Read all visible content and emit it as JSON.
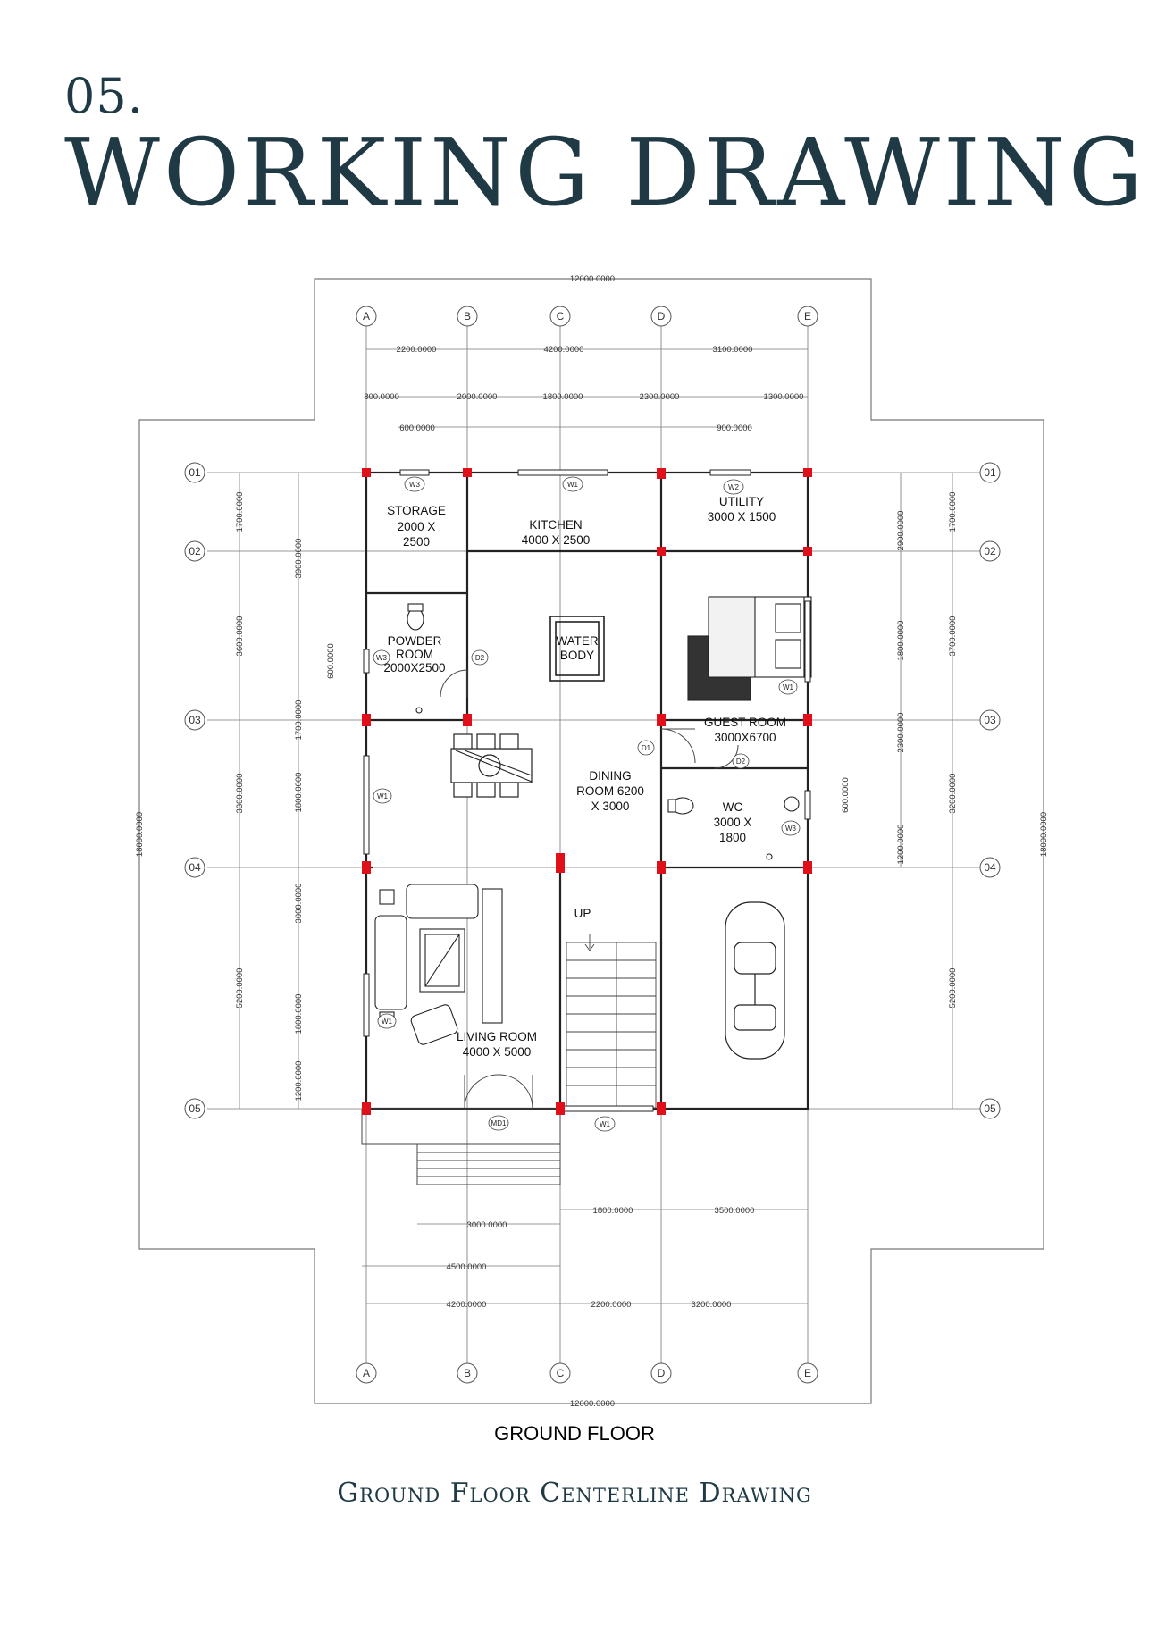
{
  "header": {
    "section_number": "05.",
    "title": "Working Drawing"
  },
  "plan": {
    "overall_width": "12000.0000",
    "overall_depth": "18000.0000",
    "grid_cols": [
      "A",
      "B",
      "C",
      "D",
      "E"
    ],
    "grid_rows": [
      "01",
      "02",
      "03",
      "04",
      "05"
    ],
    "top_dims_row1": [
      "2200.0000",
      "4200.0000",
      "3100.0000"
    ],
    "top_dims_row2": [
      "800.0000",
      "2000.0000",
      "1800.0000",
      "2300.0000",
      "1300.0000"
    ],
    "top_dims_row3": [
      "600.0000",
      "900.0000"
    ],
    "bottom_dims_row1": [
      "1800.0000",
      "3500.0000"
    ],
    "bottom_dims_row2": [
      "3000.0000"
    ],
    "bottom_dims_row3": [
      "4500.0000"
    ],
    "bottom_dims_row4": [
      "4200.0000",
      "2200.0000",
      "3200.0000"
    ],
    "left_dims_outer": [
      "1700.0000",
      "3600.0000",
      "3300.0000",
      "5200.0000"
    ],
    "left_dims_inner": [
      "3900.0000",
      "600.0000",
      "1700.0000",
      "1800.0000",
      "3000.0000",
      "1800.0000",
      "1200.0000"
    ],
    "right_dims_inner": [
      "2900.0000",
      "1800.0000",
      "2300.0000",
      "600.0000",
      "1200.0000"
    ],
    "right_dims_outer": [
      "1700.0000",
      "3700.0000",
      "3200.0000",
      "5200.0000"
    ],
    "rooms": {
      "storage": "STORAGE\n2000 X\n2500",
      "kitchen_name": "KITCHEN",
      "kitchen_size": "4000 X 2500",
      "utility_name": "UTILITY",
      "utility_size": "3000 X 1500",
      "powder_name": "POWDER",
      "powder_name2": "ROOM",
      "powder_size": "2000X2500",
      "water_body_1": "WATER",
      "water_body_2": "BODY",
      "guest_name": "GUEST ROOM",
      "guest_size": "3000X6700",
      "dining_1": "DINING",
      "dining_2": "ROOM 6200",
      "dining_3": "X 3000",
      "wc_1": "WC",
      "wc_2": "3000 X",
      "wc_3": "1800",
      "living_name": "LIVING ROOM",
      "living_size": "4000 X 5000",
      "up": "UP"
    },
    "tags": {
      "w1": "W1",
      "w2": "W2",
      "w3": "W3",
      "d1": "D1",
      "d2": "D2",
      "md1": "MD1"
    }
  },
  "caption": "GROUND FLOOR",
  "subtitle": "Ground Floor Centerline Drawing",
  "colors": {
    "title": "#1f3a45",
    "column": "#e0101a",
    "line": "#555555",
    "wall": "#222222"
  }
}
